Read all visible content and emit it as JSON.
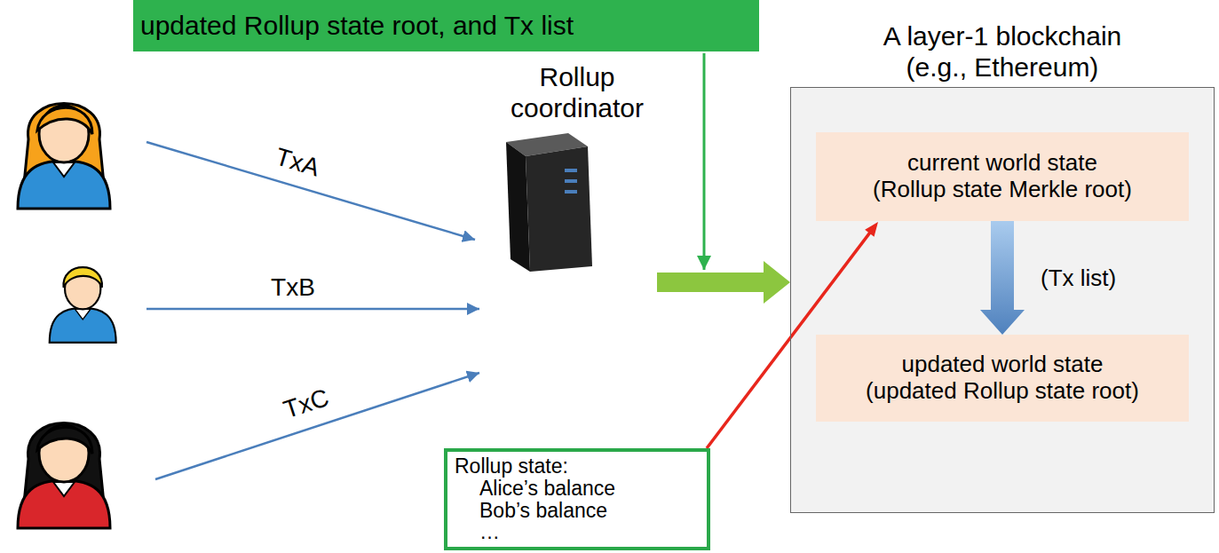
{
  "diagram": {
    "nodes": [
      {
        "text": [
          "updated Rollup state root, and Tx list"
        ]
      },
      {
        "text": [
          "A layer-1 blockchain (e.g., Ethereum)"
        ]
      },
      {
        "text": [
          "Rollup coordinator"
        ]
      },
      {
        "text": [
          "current world state (Rollup state Merkle root)"
        ],
        "in": 1
      },
      {
        "text": [
          "updated world state (updated Rollup state root)"
        ],
        "in": 1
      },
      {
        "text": [
          "Rollup state:",
          "Alice’s balance",
          "Bob’s balance",
          "…"
        ]
      }
    ],
    "edges": [
      {
        "from": 2,
        "to": 1,
        "arrow": "to"
      },
      {
        "from": 5,
        "to": 3,
        "arrow": "to"
      },
      {
        "from": 3,
        "to": 4,
        "arrow": "to",
        "label": "(Tx list)"
      }
    ],
    "labels": [
      "TxA",
      "TxB",
      "TxC"
    ]
  }
}
